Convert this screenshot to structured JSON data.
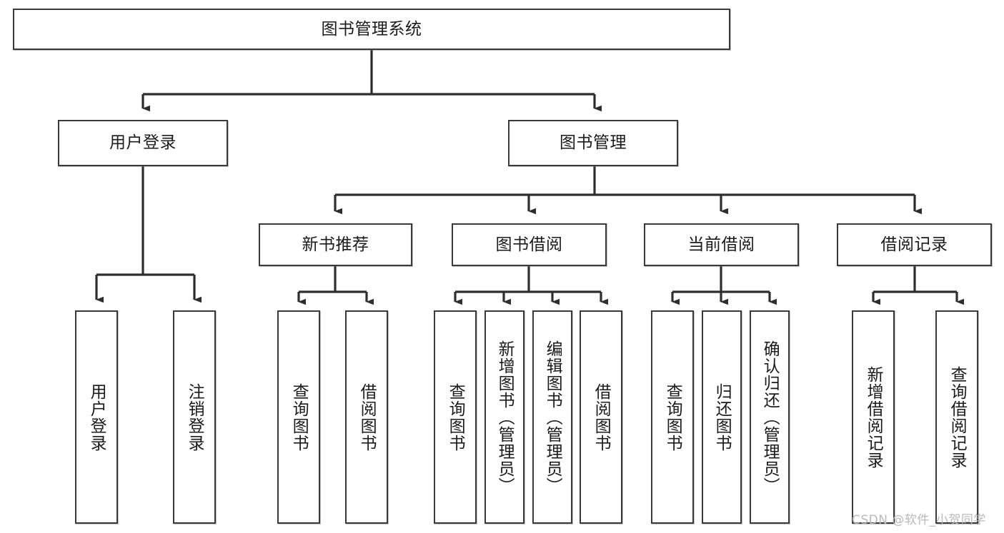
{
  "diagram": {
    "title": "图书管理系统",
    "type": "tree",
    "watermark": "CSDN @软件_小贺同学",
    "colors": {
      "border": "#3a3a3a",
      "fill": "#ffffff",
      "text": "#1b1b1b",
      "edge": "#3a3a3a",
      "watermark": "#b9b9b9"
    },
    "nodes": {
      "root": {
        "label": "图书管理系统"
      },
      "level2": [
        {
          "id": "user-login",
          "label": "用户登录"
        },
        {
          "id": "book-manage",
          "label": "图书管理"
        }
      ],
      "level3": [
        {
          "id": "new-book-recommend",
          "label": "新书推荐"
        },
        {
          "id": "book-borrow",
          "label": "图书借阅"
        },
        {
          "id": "current-borrow",
          "label": "当前借阅"
        },
        {
          "id": "borrow-record",
          "label": "借阅记录"
        }
      ],
      "leaves": {
        "user-login": [
          {
            "id": "leaf-user-login",
            "label": "用户登录"
          },
          {
            "id": "leaf-logout-login",
            "label": "注销登录"
          }
        ],
        "new-book-recommend": [
          {
            "id": "leaf-query-book-1",
            "label": "查询图书"
          },
          {
            "id": "leaf-borrow-book-1",
            "label": "借阅图书"
          }
        ],
        "book-borrow": [
          {
            "id": "leaf-query-book-2",
            "label": "查询图书"
          },
          {
            "id": "leaf-add-book",
            "label": "新增图书（管理员）"
          },
          {
            "id": "leaf-edit-book",
            "label": "编辑图书（管理员）"
          },
          {
            "id": "leaf-borrow-book-2",
            "label": "借阅图书"
          }
        ],
        "current-borrow": [
          {
            "id": "leaf-query-book-3",
            "label": "查询图书"
          },
          {
            "id": "leaf-return-book",
            "label": "归还图书"
          },
          {
            "id": "leaf-confirm-return",
            "label": "确认归还（管理员）"
          }
        ],
        "borrow-record": [
          {
            "id": "leaf-add-record",
            "label": "新增借阅记录"
          },
          {
            "id": "leaf-query-record",
            "label": "查询借阅记录"
          }
        ]
      }
    }
  }
}
